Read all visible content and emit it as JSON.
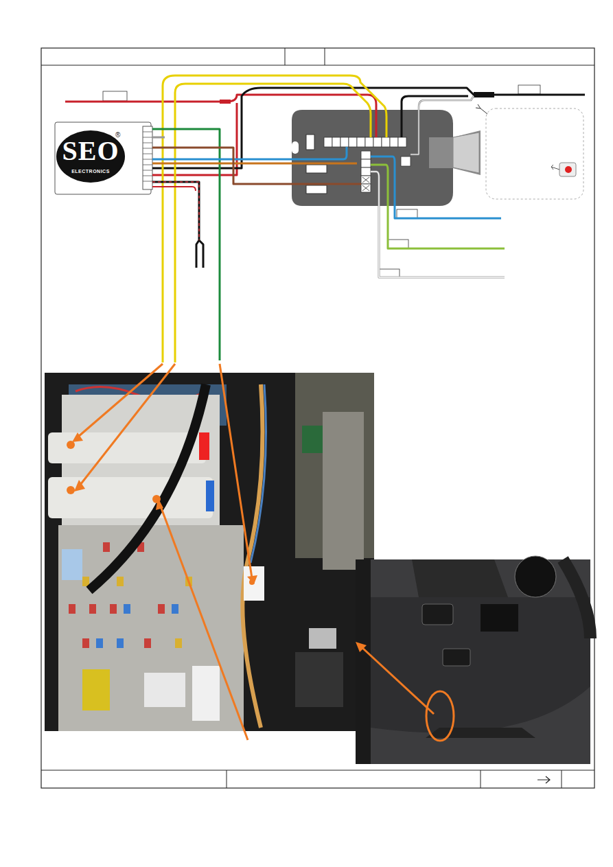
{
  "diagram": {
    "nodes": [
      {
        "text": [
          "SEO",
          "ELECTRONICS"
        ]
      }
    ],
    "labels": [
      "®"
    ]
  }
}
